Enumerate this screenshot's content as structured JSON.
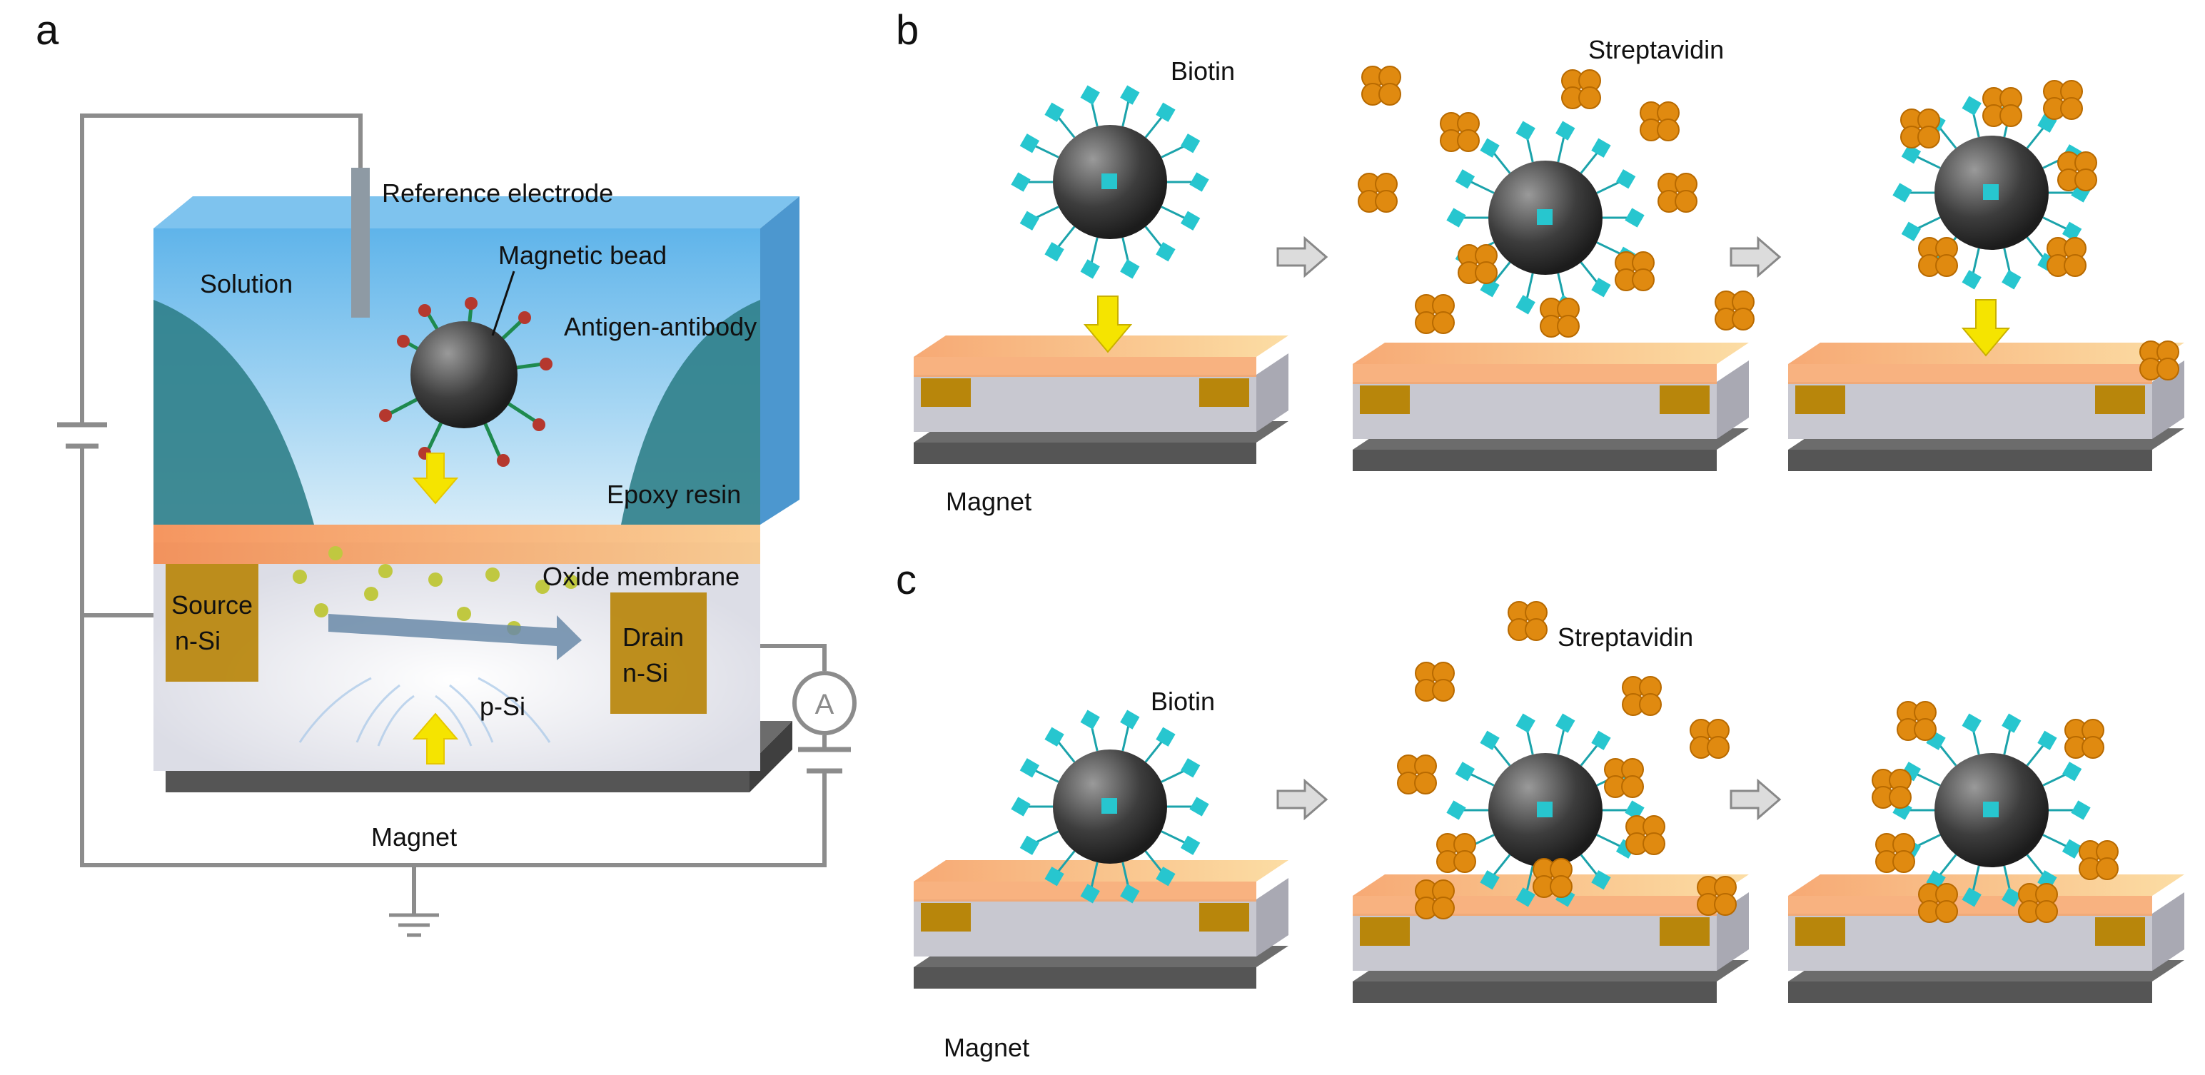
{
  "panels": {
    "a": {
      "letter": "a",
      "labels": {
        "reference_electrode": "Reference electrode",
        "solution": "Solution",
        "magnetic_bead": "Magnetic bead",
        "antigen_antibody": "Antigen-antibody",
        "epoxy_resin": "Epoxy resin",
        "oxide_membrane": "Oxide membrane",
        "source": "Source",
        "source_type": "n-Si",
        "drain": "Drain",
        "drain_type": "n-Si",
        "substrate": "p-Si",
        "magnet": "Magnet",
        "ammeter": "A"
      }
    },
    "b": {
      "letter": "b",
      "labels": {
        "biotin": "Biotin",
        "streptavidin": "Streptavidin",
        "magnet": "Magnet"
      }
    },
    "c": {
      "letter": "c",
      "labels": {
        "biotin": "Biotin",
        "streptavidin": "Streptavidin",
        "magnet": "Magnet"
      }
    }
  },
  "colors": {
    "solution": "#4aa3e0",
    "epoxy": "#2f7f8a",
    "oxide": "#f59a5c",
    "electrode": "#b8860b",
    "silicon": "#c8c8d0",
    "magnet": "#5a5a5a",
    "bead": "#444444",
    "biotin": "#27c6cf",
    "streptavidin": "#e08a10",
    "arrow": "#f5e400",
    "wire": "#8a8a8a"
  }
}
